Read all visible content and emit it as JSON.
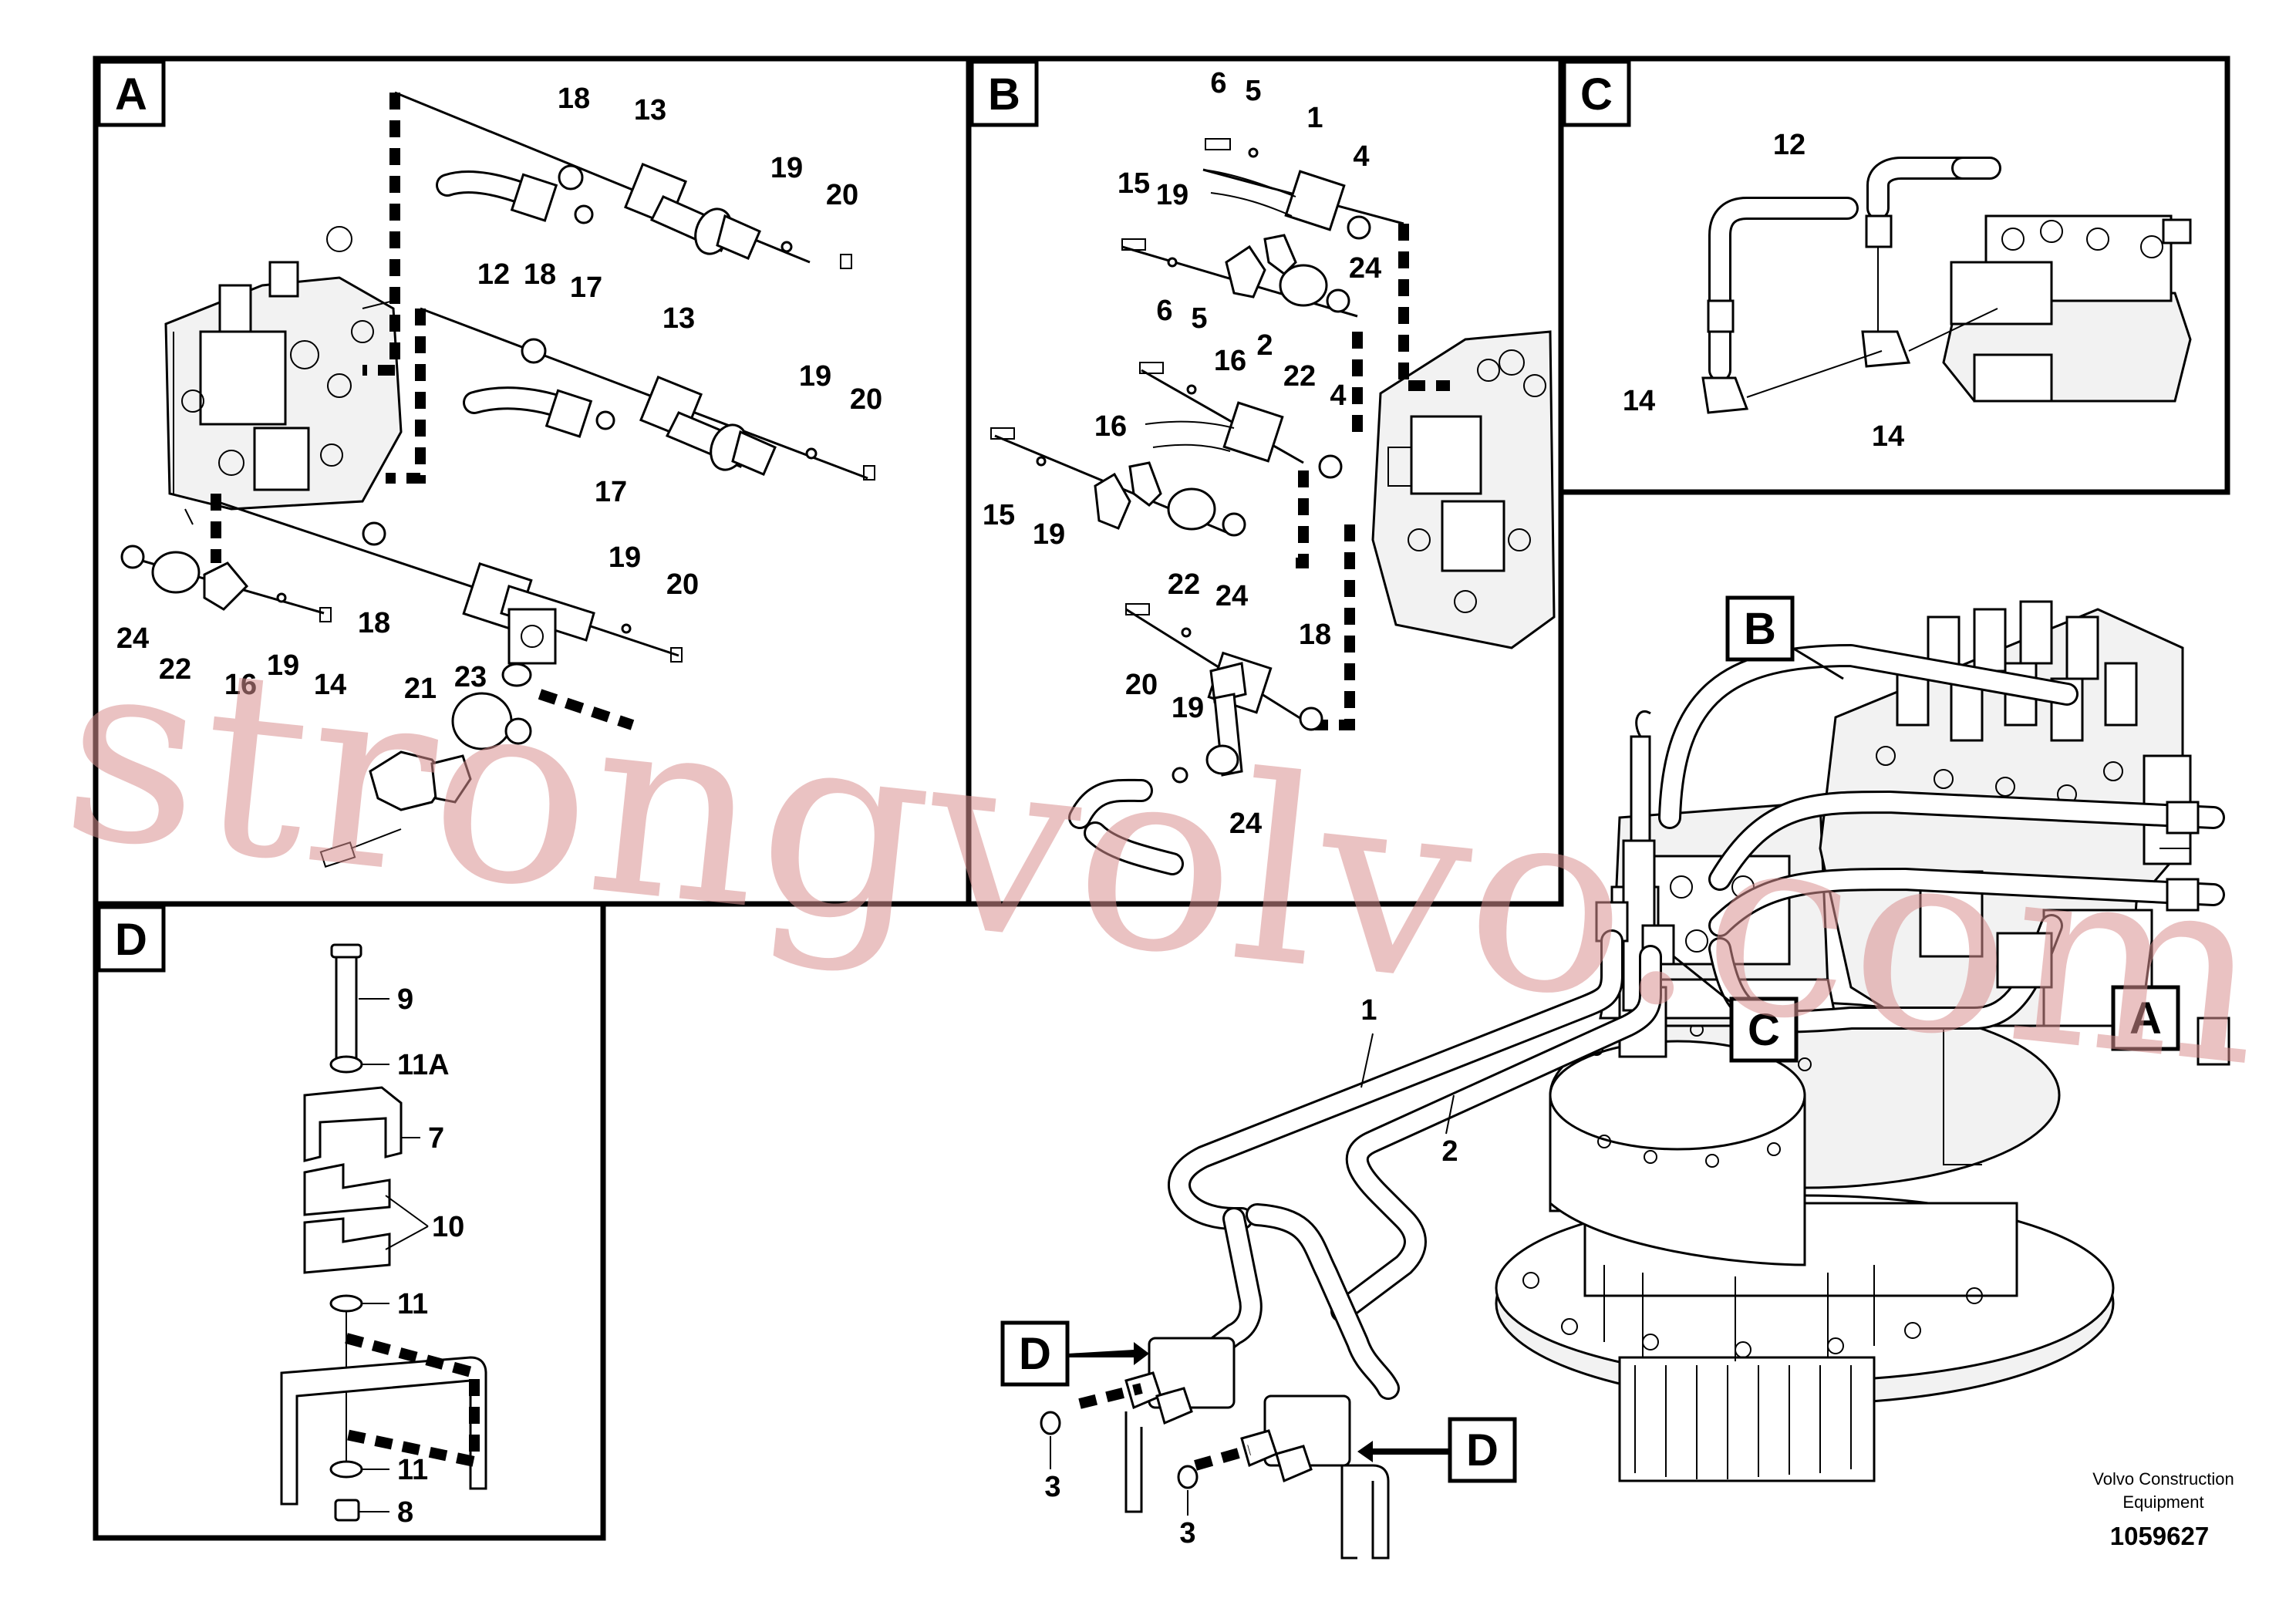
{
  "panels": {
    "a": {
      "letter": "A"
    },
    "b": {
      "letter": "B"
    },
    "c": {
      "letter": "C"
    },
    "d": {
      "letter": "D"
    }
  },
  "main": {
    "callouts": [
      "B",
      "C",
      "A",
      "D",
      "D"
    ]
  },
  "labels": {
    "a": [
      "18",
      "13",
      "19",
      "20",
      "12",
      "18",
      "17",
      "13",
      "19",
      "20",
      "17",
      "24",
      "22",
      "16",
      "19",
      "14",
      "18",
      "19",
      "20",
      "21",
      "23"
    ],
    "b": [
      "6",
      "5",
      "1",
      "4",
      "15",
      "19",
      "24",
      "6",
      "5",
      "2",
      "16",
      "22",
      "4",
      "15",
      "19",
      "16",
      "22",
      "24",
      "20",
      "19",
      "18",
      "24"
    ],
    "c": [
      "12",
      "14",
      "14"
    ],
    "d": [
      "9",
      "11A",
      "7",
      "10",
      "11",
      "11",
      "8"
    ],
    "main": [
      "1",
      "2",
      "3",
      "3"
    ]
  },
  "watermark": "strongvolvo.com",
  "footer": {
    "line1": "Volvo Construction",
    "line2": "Equipment",
    "code": "1059627"
  }
}
